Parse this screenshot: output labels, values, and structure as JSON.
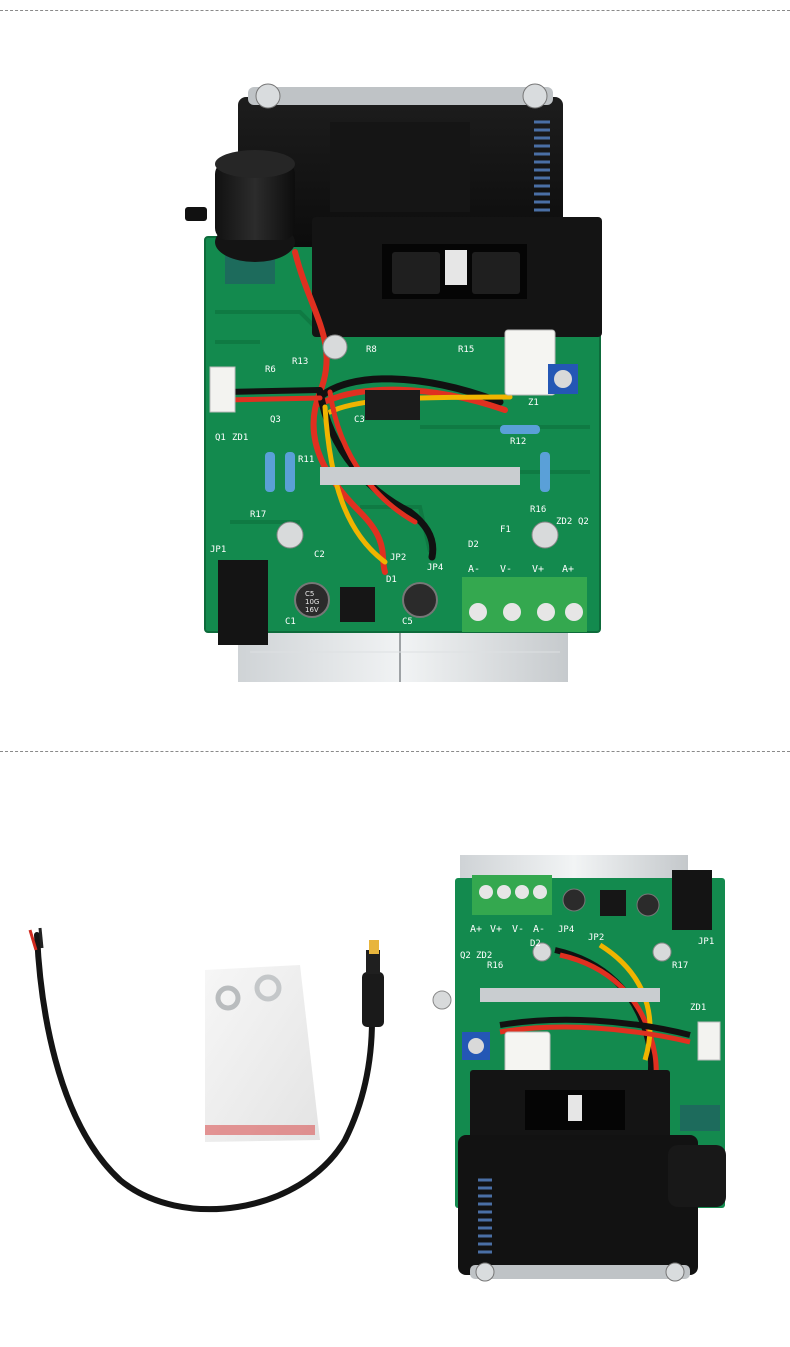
{
  "top_board": {
    "component_labels": [
      "R13",
      "R6",
      "Q3",
      "ZD1",
      "Q1",
      "R11",
      "R17",
      "JP1",
      "C2",
      "D1",
      "C1",
      "C5",
      "JP2",
      "JP4",
      "R8",
      "R15",
      "C3",
      "R12",
      "R16",
      "Z1",
      "ZD2",
      "Q2",
      "F1",
      "D2"
    ],
    "terminal_labels": [
      "A-",
      "V-",
      "V+",
      "A+"
    ],
    "capacitor_text": [
      "C5",
      "10G",
      "16V"
    ]
  },
  "bottom_board": {
    "terminal_labels": [
      "A+",
      "V+",
      "V-",
      "A-"
    ],
    "component_labels": [
      "R16",
      "R17",
      "ZD2",
      "Q2",
      "JP1",
      "JP2",
      "JP4",
      "ZD1",
      "D2"
    ]
  }
}
